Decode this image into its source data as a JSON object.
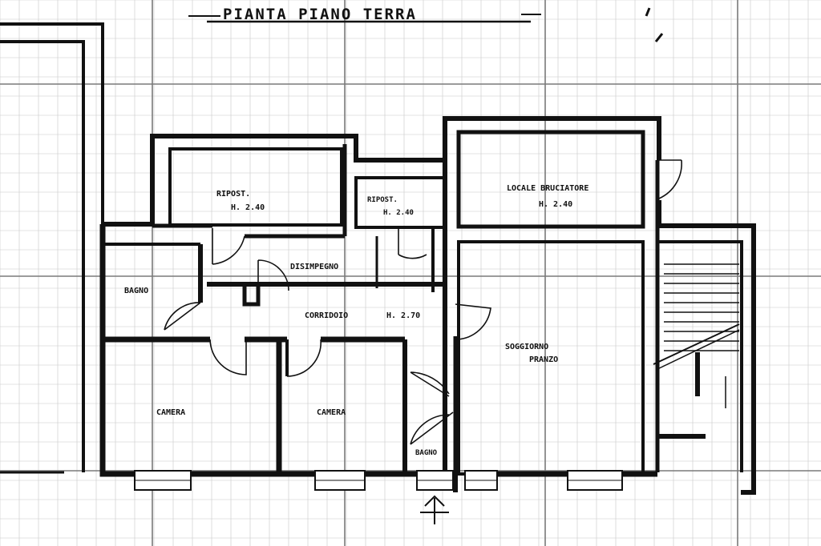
{
  "title": "PIANTA PIANO TERRA",
  "rooms": {
    "ripostiglio_1": {
      "name": "RIPOST.",
      "height": "H. 2.40"
    },
    "ripostiglio_2": {
      "name": "RIPOST.",
      "height": "H. 2.40"
    },
    "locale_bruciatore": {
      "name": "LOCALE BRUCIATORE",
      "height": "H. 2.40"
    },
    "disimpegno": {
      "name": "DISIMPEGNO"
    },
    "bagno": {
      "name": "BAGNO"
    },
    "corridoio": {
      "name": "CORRIDOIO",
      "height": "H. 2.70"
    },
    "soggiorno": {
      "name": "SOGGIORNO",
      "sub": "PRANZO"
    },
    "camera_1": {
      "name": "CAMERA"
    },
    "camera_2": {
      "name": "CAMERA"
    },
    "bagno_2": {
      "name": "BAGNO"
    }
  },
  "colors": {
    "ink": "#111111",
    "grid": "#9a9a9a",
    "paper": "#ffffff"
  }
}
